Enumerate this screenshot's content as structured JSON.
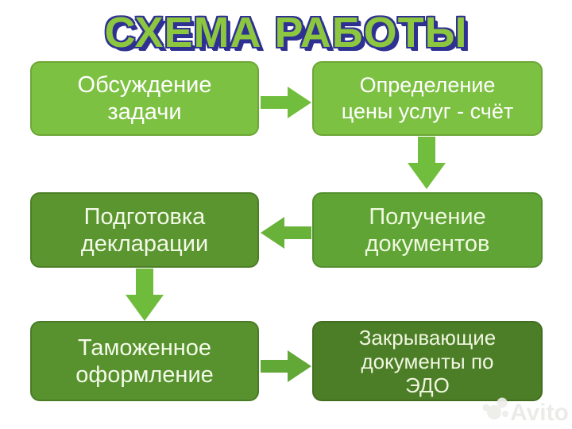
{
  "title": "СХЕМА РАБОТЫ",
  "colors": {
    "background": "#FFFFFF",
    "title_fill": "#8DC63F",
    "title_outline": "#2E3192",
    "light_box_bg": "#7DC142",
    "medium_box_bg": "#5FA435",
    "dark_box_bg": "#57922E",
    "darkest_box_bg": "#4C7E27"
  },
  "boxes": [
    {
      "label": "Обсуждение\nзадачи",
      "bg": "#7DC142",
      "border": "#6EA637",
      "text": "#FFFFFF"
    },
    {
      "label": "Определение\nцены услуг - счёт",
      "bg": "#7DC142",
      "border": "#6EA637",
      "text": "#FFFFFF"
    },
    {
      "label": "Подготовка\nдекларации",
      "bg": "#5A9530",
      "border": "#4C7F26",
      "text": "#F4FAE8"
    },
    {
      "label": "Получение\nдокументов",
      "bg": "#5FA435",
      "border": "#538F2C",
      "text": "#F0F8DF"
    },
    {
      "label": "Таможенное\nоформление",
      "bg": "#57922E",
      "border": "#4A7C25",
      "text": "#F4FAE8"
    },
    {
      "label": "Закрывающие\nдокументы по\nЭДО",
      "bg": "#4C7E27",
      "border": "#426E20",
      "text": "#F0F6DF"
    }
  ],
  "arrows": [
    {
      "direction": "right",
      "color": "#71BE3E"
    },
    {
      "direction": "down",
      "color": "#71BE3E"
    },
    {
      "direction": "left",
      "color": "#68B239"
    },
    {
      "direction": "down",
      "color": "#6FBC3D"
    },
    {
      "direction": "right",
      "color": "#61A836"
    }
  ],
  "watermark": {
    "text": "Avito"
  }
}
